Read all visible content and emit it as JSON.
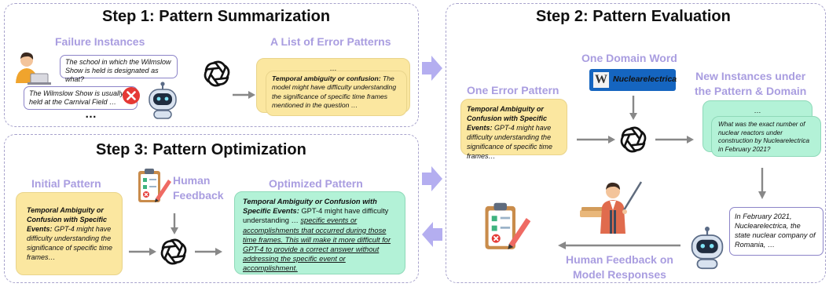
{
  "step1": {
    "title": "Step 1: Pattern Summarization",
    "failure_instances_label": "Failure Instances",
    "error_patterns_label": "A List of Error Patterns",
    "user_question": "The school in which the Wilmslow Show is held is designated as what?",
    "bot_answer": "The Wilmslow Show is usually held at the Carnival Field …",
    "dots": "…",
    "back_card_dots": "…",
    "pattern_title": "Temporal ambiguity or confusion:",
    "pattern_body": " The model might have difficulty understanding the significance of specific time frames mentioned in the question …"
  },
  "step2": {
    "title": "Step 2: Pattern Evaluation",
    "domain_word_label": "One Domain Word",
    "wiki_logo": "W",
    "domain_word": "Nuclearelectrica",
    "error_pattern_label": "One Error Pattern",
    "pattern_title": "Temporal Ambiguity or Confusion with Specific Events:",
    "pattern_body": " GPT-4 might have difficulty understanding the significance of specific time frames…",
    "new_instances_label_line1": "New Instances under",
    "new_instances_label_line2": "the Pattern & Domain",
    "back_card_dots": "…",
    "new_question": "What was the exact number of nuclear reactors under construction by Nuclearelectrica in February 2021?",
    "bot_answer": "In February 2021, Nuclearelectrica, the state nuclear company of Romania, …",
    "feedback_label_line1": "Human Feedback on",
    "feedback_label_line2": "Model Responses"
  },
  "step3": {
    "title": "Step 3: Pattern Optimization",
    "initial_label": "Initial Pattern",
    "human_label_line1": "Human",
    "human_label_line2": "Feedback",
    "optimized_label": "Optimized Pattern",
    "initial_title": "Temporal Ambiguity or Confusion with Specific Events:",
    "initial_body": " GPT-4 might have difficulty understanding the significance of specific time frames…",
    "optimized_title": "Temporal Ambiguity or Confusion with Specific Events:",
    "optimized_body1": " GPT-4 might have difficulty understanding ",
    "optimized_dots": "…",
    "optimized_added": "specific events or accomplishments that occurred during those time frames. This will make it more difficult for GPT-4 to provide a correct answer without addressing the specific event or accomplishment."
  },
  "colors": {
    "panel_border": "#a8a3cc",
    "label_purple": "#a99de0",
    "yellow_card": "#fbe7a0",
    "green_card": "#b3f2d7",
    "arrow_purple": "#b4aef0",
    "arrow_gray": "#888888"
  }
}
